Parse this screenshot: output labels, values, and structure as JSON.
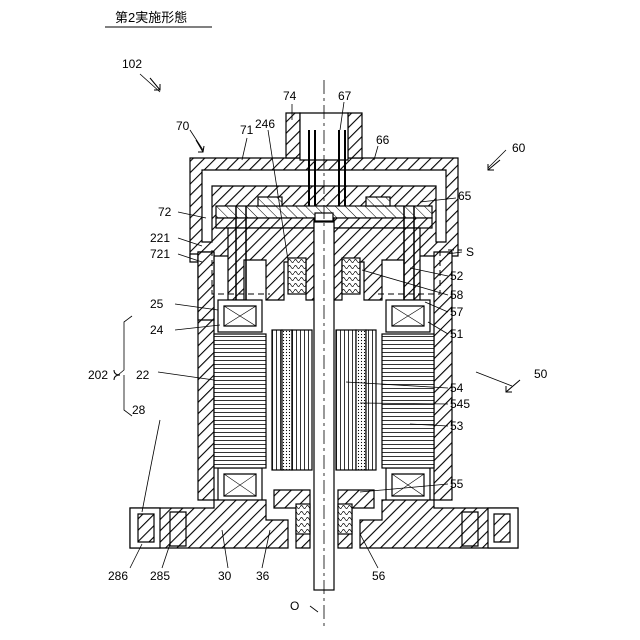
{
  "heading": "第2実施形態",
  "labels": {
    "l102": "102",
    "l70": "70",
    "l71": "71",
    "l74": "74",
    "l67": "67",
    "l66": "66",
    "l246": "246",
    "l60": "60",
    "l65": "65",
    "l72": "72",
    "l221": "221",
    "l721": "721",
    "lS": "S",
    "l52": "52",
    "l58": "58",
    "l57": "57",
    "l25": "25",
    "l24": "24",
    "l51": "51",
    "l202": "202",
    "l22": "22",
    "l50": "50",
    "l54": "54",
    "l545": "545",
    "l28": "28",
    "l53": "53",
    "l55": "55",
    "l286": "286",
    "l285": "285",
    "l30": "30",
    "l36": "36",
    "l56": "56",
    "lO": "O"
  },
  "colors": {
    "line": "#000000",
    "background": "#ffffff"
  }
}
